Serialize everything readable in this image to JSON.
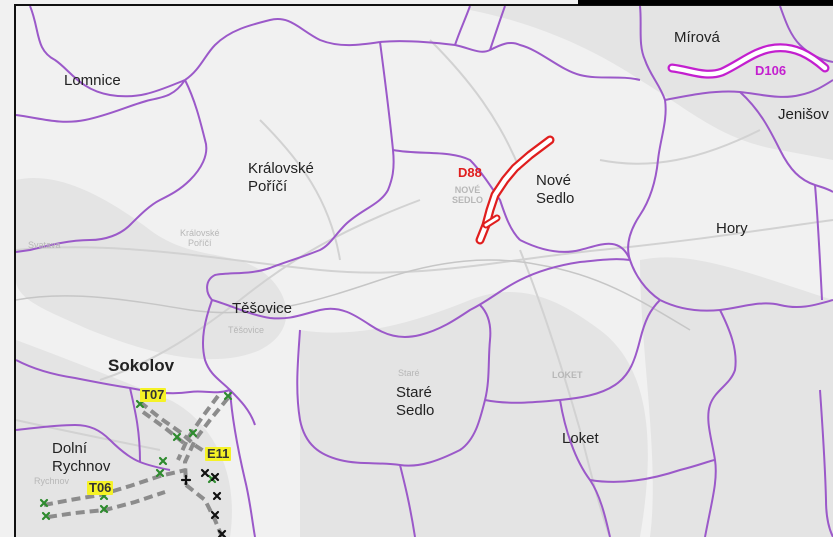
{
  "places": {
    "lomnice": "Lomnice",
    "kralovske_porici": "Královské\nPoříčí",
    "tesovice": "Těšovice",
    "sokolov": "Sokolov",
    "dolni_rychnov": "Dolní\nRychnov",
    "stare_sedlo": "Staré\nSedlo",
    "loket": "Loket",
    "nove_sedlo": "Nové\nSedlo",
    "mirova": "Mírová",
    "jenisov": "Jenišov",
    "hory": "Hory"
  },
  "background_labels": {
    "svatava": "Svatava",
    "kralovske_porici_small": "Královské\nPoříčí",
    "tesovice_small": "Těšovice",
    "nove_sedlo_small": "NOVÉ\nSEDLO",
    "loket_small": "LOKET",
    "stare_small": "Staré",
    "rychnov_small": "Rychnov"
  },
  "routes": {
    "d88": "D88",
    "d106": "D106",
    "t07": "T07",
    "e11": "E11",
    "t06": "T06"
  },
  "colors": {
    "boundary": "#9b59c9",
    "d88": "#e01e1e",
    "d106": "#c31fcf",
    "highlight": "#f5f226",
    "dashed": "#8c8c8c",
    "cross_green": "#2e8b2e"
  }
}
